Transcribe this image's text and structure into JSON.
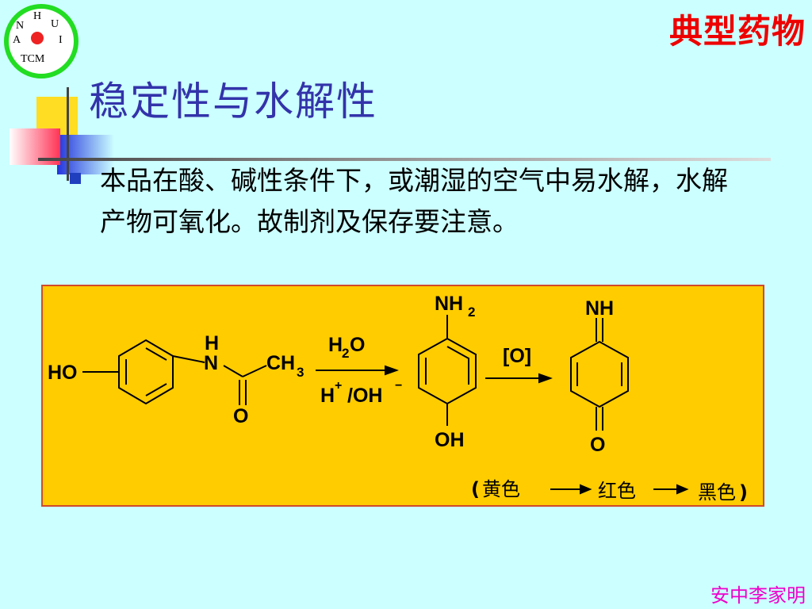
{
  "logo": {
    "letters": {
      "n": "N",
      "h": "H",
      "u": "U",
      "a": "A",
      "i": "I",
      "tcm": "TCM"
    },
    "ring_color": "#22dd22",
    "dot_color": "#ee2222"
  },
  "header": {
    "corner_title": "典型药物",
    "corner_title_color": "#ee0000",
    "slide_title": "稳定性与水解性",
    "slide_title_color": "#3333aa"
  },
  "bullet": {
    "text": "本品在酸、碱性条件下，或潮湿的空气中易水解，水解产物可氧化。故制剂及保存要注意。",
    "marker_color": "#1f3fbf"
  },
  "reaction": {
    "background": "#ffcc00",
    "border_color": "#d14a2a",
    "reactant": {
      "ho": "HO",
      "nh_h": "H",
      "nh_n": "N",
      "carbonyl_o": "O",
      "ch": "CH",
      "ch_sub": "3"
    },
    "step1": {
      "above_main": "H",
      "above_sub": "2",
      "above_tail": "O",
      "below_h": "H",
      "below_plus": "+",
      "below_oh": "/OH",
      "below_minus": "−"
    },
    "intermediate": {
      "nh": "NH",
      "nh_sub": "2",
      "oh": "OH"
    },
    "step2": {
      "above": "[O]"
    },
    "product": {
      "nh": "NH",
      "o": "O"
    },
    "colors": {
      "open": "(",
      "c1": "黄色",
      "c2": "红色",
      "c3": "黑色",
      "close": ")"
    }
  },
  "footer": {
    "author": "安中李家明",
    "author_color": "#ee00cc"
  }
}
